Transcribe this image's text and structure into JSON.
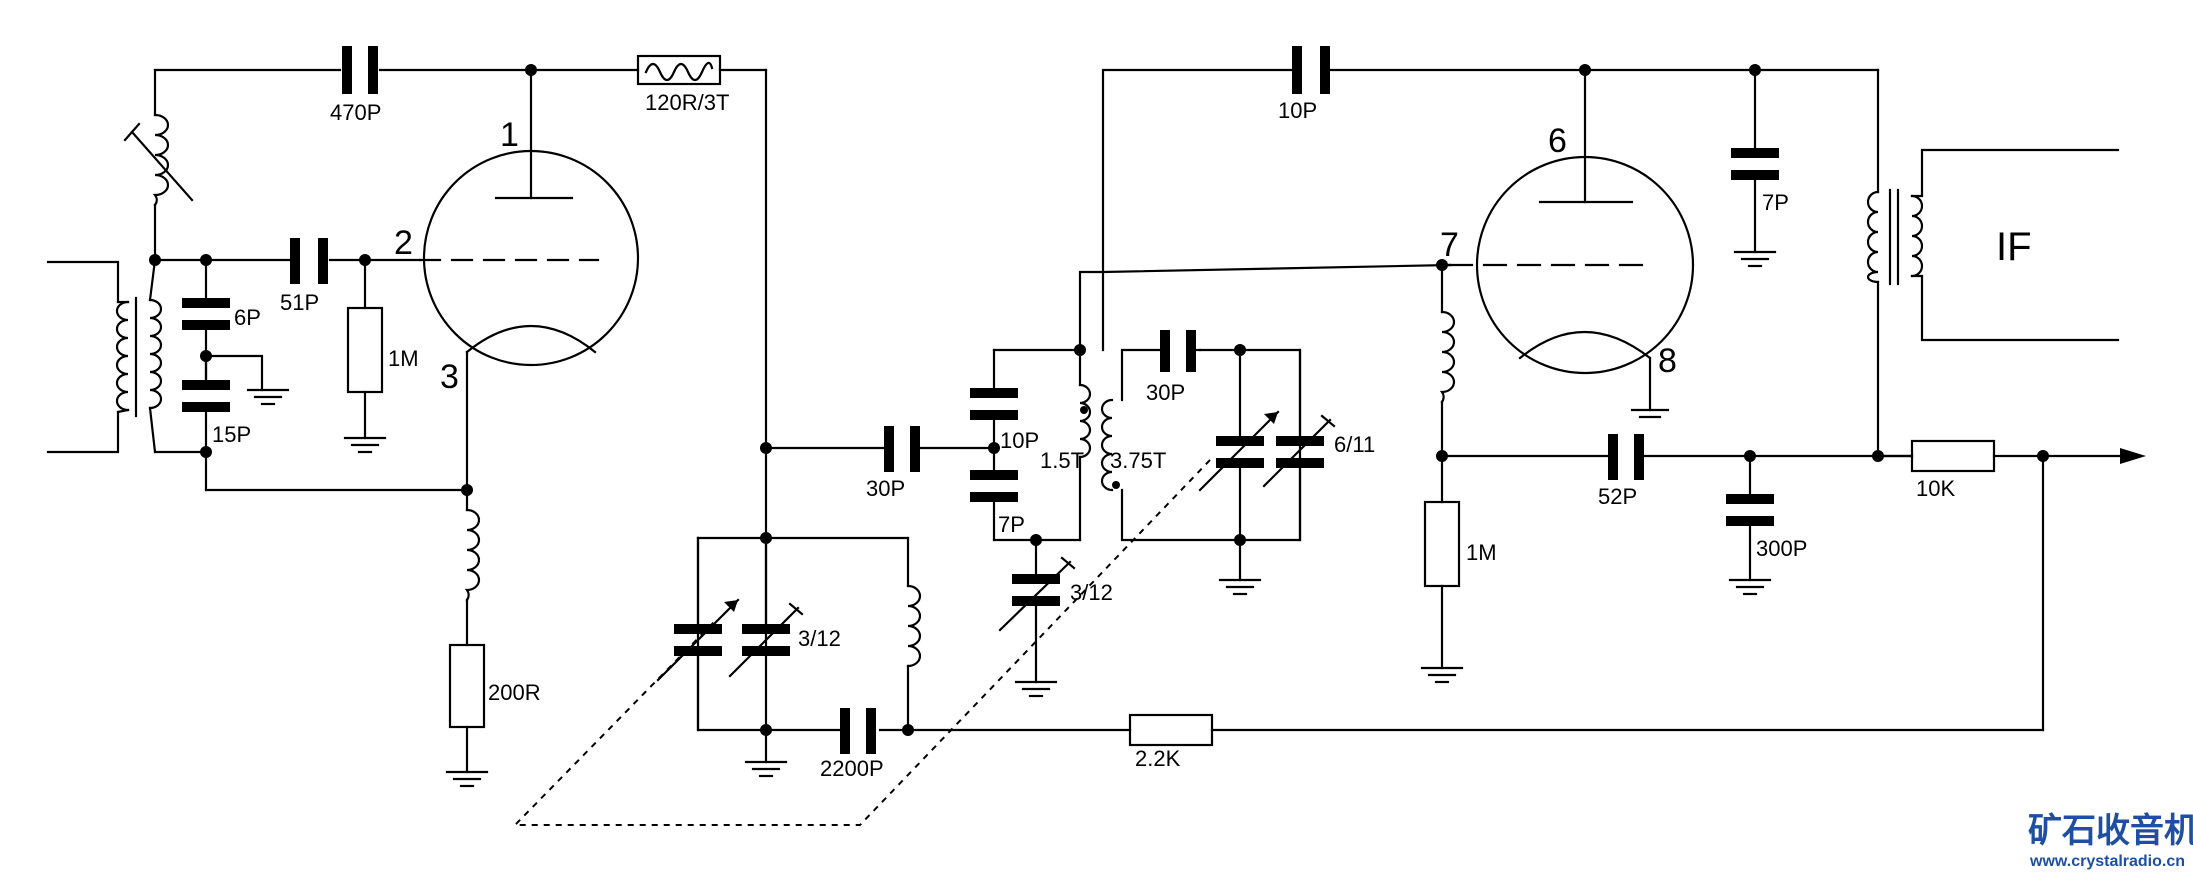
{
  "labels": {
    "c_470p": "470P",
    "r_120r3t": "120R/3T",
    "c_10p_top": "10P",
    "pin1": "1",
    "pin2": "2",
    "pin3": "3",
    "pin6": "6",
    "pin7": "7",
    "pin8": "8",
    "c_51p": "51P",
    "c_6p": "6P",
    "c_15p": "15P",
    "r_1m_left": "1M",
    "r_200r": "200R",
    "c_30p_mid": "30P",
    "c_10p_mid": "10P",
    "c_7p_mid": "7P",
    "l_1_5t": "1.5T",
    "l_3_75t": "3.75T",
    "c_30p_tank": "30P",
    "c_6_11": "6/11",
    "c_3_12_left": "3/12",
    "c_3_12_mid": "3/12",
    "c_2200p": "2200P",
    "r_2_2k": "2.2K",
    "c_7p_right": "7P",
    "if_label": "IF",
    "r_1m_right": "1M",
    "c_52p": "52P",
    "c_300p": "300P",
    "r_10k": "10K"
  },
  "brand": {
    "name": "矿石收音机",
    "url": "www.crystalradio.cn"
  },
  "colors": {
    "ink": "#000000",
    "brand": "#1e4fa0"
  }
}
